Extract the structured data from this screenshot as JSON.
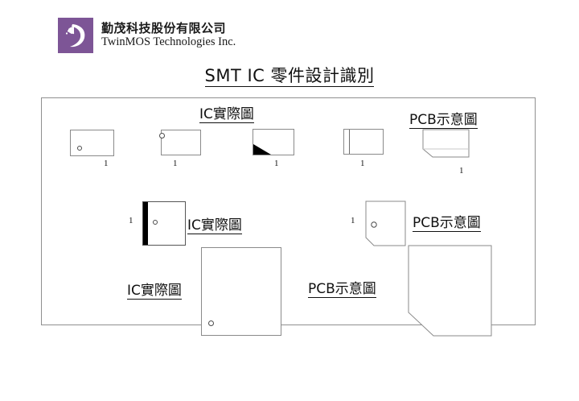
{
  "header": {
    "logo_icon": "twinmos-swoosh-logo",
    "company_name_cn": "勤茂科技股份有限公司",
    "company_name_en": "TwinMOS Technologies Inc.",
    "brand_color": "#7d5596"
  },
  "title": {
    "text": "SMT IC 零件設計識別"
  },
  "diagram": {
    "captions": [
      {
        "id": "ic-top",
        "text": "IC實際圖"
      },
      {
        "id": "pcb-top",
        "text": "PCB示意圖"
      },
      {
        "id": "ic-mid",
        "text": "IC實際圖"
      },
      {
        "id": "pcb-mid",
        "text": "PCB示意圖"
      },
      {
        "id": "ic-bottom",
        "text": "IC實際圖"
      },
      {
        "id": "pcb-bottom",
        "text": "PCB示意圖"
      }
    ],
    "pin_labels": [
      {
        "id": "pin-1",
        "text": "1"
      },
      {
        "id": "pin-2",
        "text": "1"
      },
      {
        "id": "pin-3",
        "text": "1"
      },
      {
        "id": "pin-4",
        "text": "1"
      },
      {
        "id": "pin-5",
        "text": "1"
      },
      {
        "id": "pin-6",
        "text": "1"
      },
      {
        "id": "pin-7",
        "text": "1"
      }
    ],
    "parts": [
      {
        "id": "ic-part-dot-inner",
        "marker": "circle-inside-bottom-left"
      },
      {
        "id": "ic-part-dot-edge",
        "marker": "circle-on-left-edge"
      },
      {
        "id": "ic-part-black-corner",
        "marker": "filled-triangle-bottom-left"
      },
      {
        "id": "pcb-part-edge-line",
        "marker": "vertical-line-near-left"
      },
      {
        "id": "pcb-part-chamfer",
        "marker": "chamfered-bottom-left"
      },
      {
        "id": "ic-part-black-bar",
        "marker": "black-bar-left-edge-with-dot"
      },
      {
        "id": "pcb-part-chamfer-dot",
        "marker": "chamfered-bottom-left-with-dot"
      },
      {
        "id": "ic-part-large-dot",
        "marker": "circle-inside-bottom-left"
      },
      {
        "id": "pcb-part-large-chamfer",
        "marker": "chamfered-bottom-left"
      }
    ]
  },
  "colors": {
    "outline": "#8a8a8a",
    "frame": "#8f8f8f",
    "ink": "#111111",
    "fill_black": "#000000"
  }
}
